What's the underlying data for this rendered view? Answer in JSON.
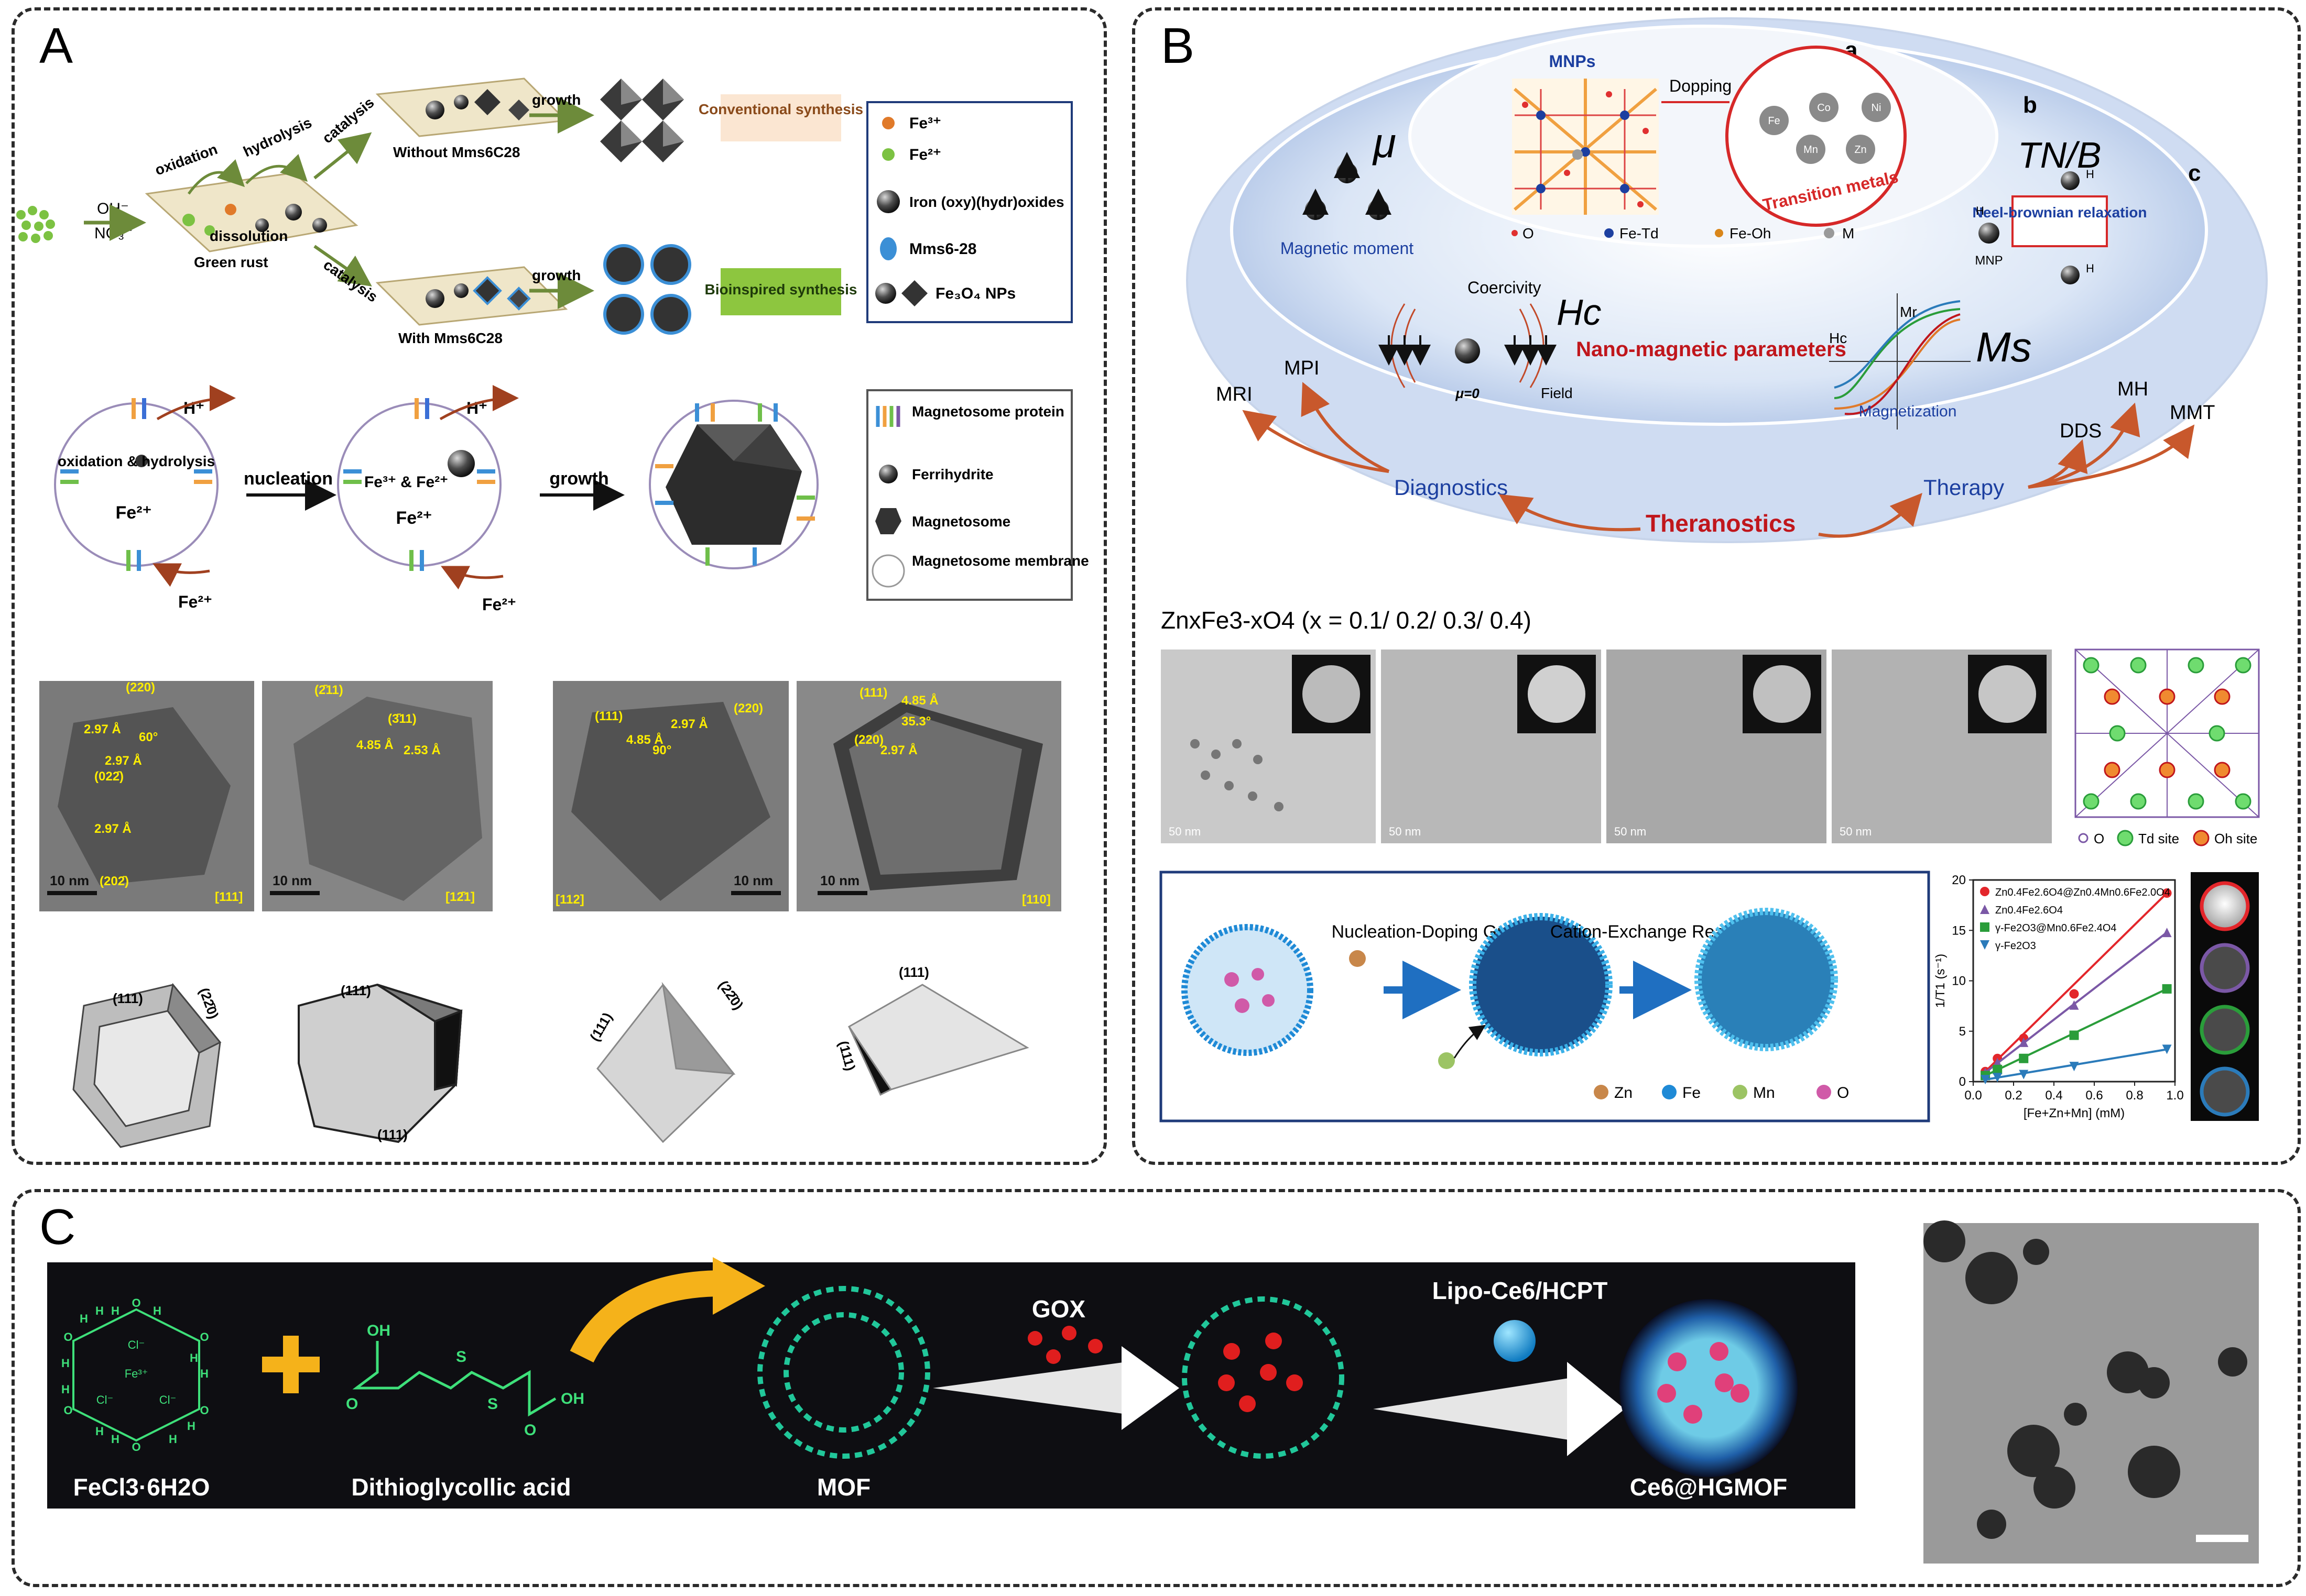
{
  "panels": {
    "A": {
      "letter": "A",
      "synthesis": {
        "reagents": [
          "OH⁻",
          "NO₃⁻"
        ],
        "steps": [
          "oxidation",
          "hydrolysis",
          "dissolution",
          "catalysis",
          "catalysis",
          "growth",
          "growth"
        ],
        "green_rust": "Green rust",
        "without": "Without Mms6C28",
        "with": "With Mms6C28",
        "conventional": "Conventional synthesis",
        "bioinspired": "Bioinspired synthesis",
        "conv_color": "#fbe6d2",
        "bio_color": "#8dc63f"
      },
      "legend1": [
        "Fe³⁺",
        "Fe²⁺",
        "Iron (oxy)(hydr)oxides",
        "Mms6-28",
        "Fe₃O₄ NPs"
      ],
      "magnetosome": {
        "steps": [
          "oxidation & hydrolysis",
          "nucleation",
          "growth"
        ],
        "ions": [
          "H⁺",
          "H⁺",
          "Fe²⁺",
          "Fe²⁺",
          "Fe³⁺ & Fe²⁺",
          "Fe²⁺",
          "Fe²⁺"
        ]
      },
      "legend2": [
        "Magnetosome protein",
        "Ferrihydrite",
        "Magnetosome",
        "Magnetosome membrane"
      ],
      "tem": [
        {
          "scale": "10 nm",
          "zone": "[111]",
          "labels": [
            "2.97 Å",
            "60°",
            "2.97 Å",
            "(022̄)",
            "2.97 Å",
            "(202̄)",
            "(220)"
          ]
        },
        {
          "scale": "10 nm",
          "zone": "[12̄1]",
          "labels": [
            "(2̄11)",
            "4.85 Å",
            "2.53 Å",
            "(3̄11)"
          ]
        },
        {
          "scale": "10 nm",
          "zone": "[112]",
          "labels": [
            "(111)",
            "4.85 Å",
            "2.97 Å",
            "90°",
            "(220)"
          ]
        },
        {
          "scale": "10 nm",
          "zone": "[110]",
          "labels": [
            "(111)",
            "4.85 Å",
            "35.3°",
            "(220)",
            "2.97 Å"
          ]
        }
      ],
      "facets": [
        [
          "(111)",
          "(22̄0)"
        ],
        [
          "(111)",
          "(111)"
        ],
        [
          "(111)",
          "(22̄0)"
        ],
        [
          "(111)",
          "(111)"
        ]
      ]
    },
    "B": {
      "letter": "B",
      "rings": [
        "a",
        "b",
        "c"
      ],
      "core": {
        "title": "MNPs",
        "dopants": [
          "Fe",
          "Co",
          "Ni",
          "Mn",
          "Zn"
        ],
        "dopants_label": "Transition metals",
        "dopants_color": "#d62828",
        "doping": "Dopping",
        "legend": [
          "O",
          "Fe-Td",
          "Fe-Oh",
          "M"
        ]
      },
      "params": {
        "mu": "μ",
        "magnetic_moment": "Magnetic moment",
        "coercivity": "Coercivity",
        "hc": "Hc",
        "mu0": "μ=0",
        "field": "Field",
        "nano": "Nano-magnetic parameters",
        "ms": "Ms",
        "mr": "Mr",
        "hc_small": "Hc",
        "magnetization": "Magnetization",
        "tnb": "TN/B",
        "neel": "Neel-brownian relaxation",
        "mnp": "MNP",
        "h": [
          "H",
          "H",
          "H"
        ]
      },
      "apps": {
        "mri": "MRI",
        "mpi": "MPI",
        "diagnostics": "Diagnostics",
        "theranostics": "Theranostics",
        "therapy": "Therapy",
        "dds": "DDS",
        "mh": "MH",
        "mmt": "MMT"
      },
      "formula": "ZnxFe3-xO4 (x = 0.1/ 0.2/ 0.3/ 0.4)",
      "tem_scale": [
        "50 nm",
        "50 nm",
        "50 nm",
        "50 nm"
      ],
      "crystal_legend": [
        "O",
        "Td site",
        "Oh site"
      ],
      "scheme": {
        "step1": "Nucleation-Doping Growth",
        "step2": "Cation-Exchange Reaction",
        "legend": [
          "Zn",
          "Fe",
          "Mn",
          "O"
        ]
      }
    },
    "C": {
      "letter": "C",
      "labels": {
        "fecl3": "FeCl3·6H2O",
        "dtga": "Dithioglycollic acid",
        "mof": "MOF",
        "gox": "GOX",
        "lipo": "Lipo-Ce6/HCPT",
        "ce6": "Ce6@HGMOF"
      },
      "complex": {
        "center": "Fe³⁺",
        "cl": [
          "Cl⁻",
          "Cl⁻",
          "Cl⁻"
        ],
        "atoms": [
          "O",
          "H",
          "H",
          "O",
          "H",
          "H",
          "O",
          "H",
          "H",
          "O",
          "H",
          "H",
          "O",
          "H",
          "H",
          "O",
          "H",
          "H"
        ]
      },
      "acid_atoms": [
        "OH",
        "O",
        "S",
        "S",
        "O",
        "OH"
      ]
    }
  },
  "chart_data": {
    "type": "line",
    "xlabel": "[Fe+Zn+Mn] (mM)",
    "ylabel": "1/T1 (s⁻¹)",
    "xlim": [
      0,
      1.0
    ],
    "ylim": [
      0,
      20
    ],
    "xticks": [
      "0.0",
      "0.2",
      "0.4",
      "0.6",
      "0.8",
      "1.0"
    ],
    "yticks": [
      "0",
      "5",
      "10",
      "15",
      "20"
    ],
    "legend_position": "top-left",
    "series": [
      {
        "name": "Zn0.4Fe2.6O4@Zn0.4Mn0.6Fe2.0O4",
        "color": "#e3262b",
        "marker": "circle",
        "x": [
          0.06,
          0.12,
          0.25,
          0.5,
          0.96
        ],
        "y": [
          1.0,
          2.3,
          4.3,
          8.7,
          18.7
        ]
      },
      {
        "name": "Zn0.4Fe2.6O4",
        "color": "#7b58a6",
        "marker": "triangle-up",
        "x": [
          0.06,
          0.12,
          0.25,
          0.5,
          0.96
        ],
        "y": [
          0.9,
          1.9,
          3.9,
          7.6,
          14.8
        ]
      },
      {
        "name": "γ-Fe2O3@Mn0.6Fe2.4O4",
        "color": "#2a9d3a",
        "marker": "square",
        "x": [
          0.06,
          0.12,
          0.25,
          0.5,
          0.96
        ],
        "y": [
          0.6,
          1.2,
          2.3,
          4.6,
          9.2
        ]
      },
      {
        "name": "γ-Fe2O3",
        "color": "#2b7bba",
        "marker": "triangle-down",
        "x": [
          0.06,
          0.12,
          0.25,
          0.5,
          0.96
        ],
        "y": [
          0.2,
          0.4,
          0.7,
          1.5,
          3.2
        ]
      }
    ],
    "phantoms": [
      "#e3262b",
      "#7b58a6",
      "#2a9d3a",
      "#2b7bba"
    ]
  }
}
